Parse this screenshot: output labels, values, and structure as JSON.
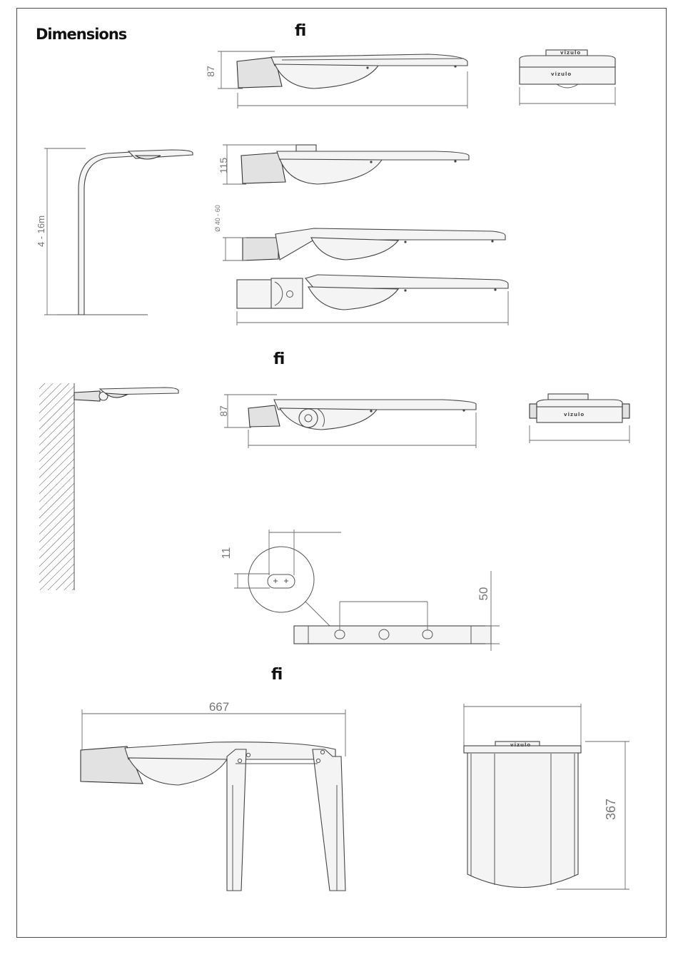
{
  "heading": "Dimensions",
  "section_marks": [
    "ﬁ",
    "ﬁ",
    "ﬁ"
  ],
  "brand_text": "vizulo",
  "dimensions": {
    "height_87_top": "87",
    "height_115": "115",
    "diameter": "Ø 40 - 60",
    "pole_height": "4 - 16m",
    "height_87_wall": "87",
    "slot_11": "11",
    "depth_50": "50",
    "length_667": "667",
    "height_367": "367"
  }
}
